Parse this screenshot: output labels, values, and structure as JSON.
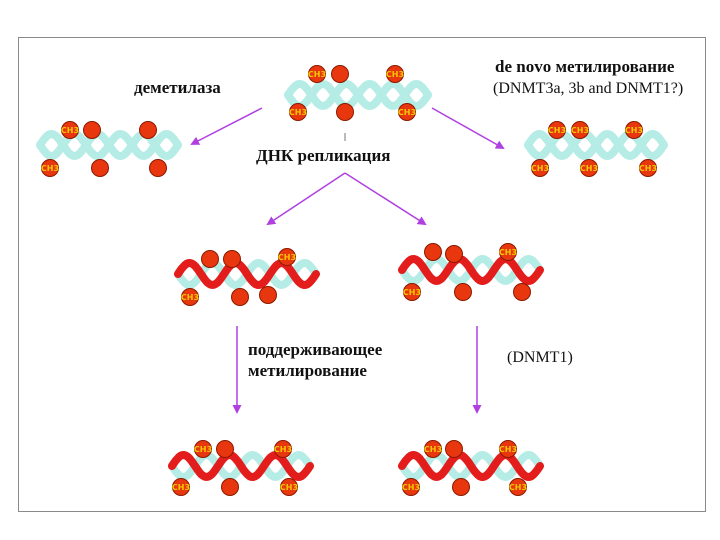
{
  "labels": {
    "demethylase": "деметилаза",
    "de_novo_line1": "de novo метилирование",
    "de_novo_line2": "(DNMT3a, 3b and DNMT1?)",
    "dna_replication": "ДНК репликация",
    "maintenance_line1": "поддерживающее",
    "maintenance_line2": "метилирование",
    "dnmt1": "(DNMT1)"
  },
  "methyl_mark": "CH3",
  "colors": {
    "strand_cyan": "#b6ece6",
    "strand_red": "#e31c1c",
    "methyl_red": "#e8360e",
    "methyl_outline": "#8a1a00",
    "methyl_text": "#f5c800",
    "arrow": "#b040e0",
    "frame": "#8a8a8a"
  }
}
